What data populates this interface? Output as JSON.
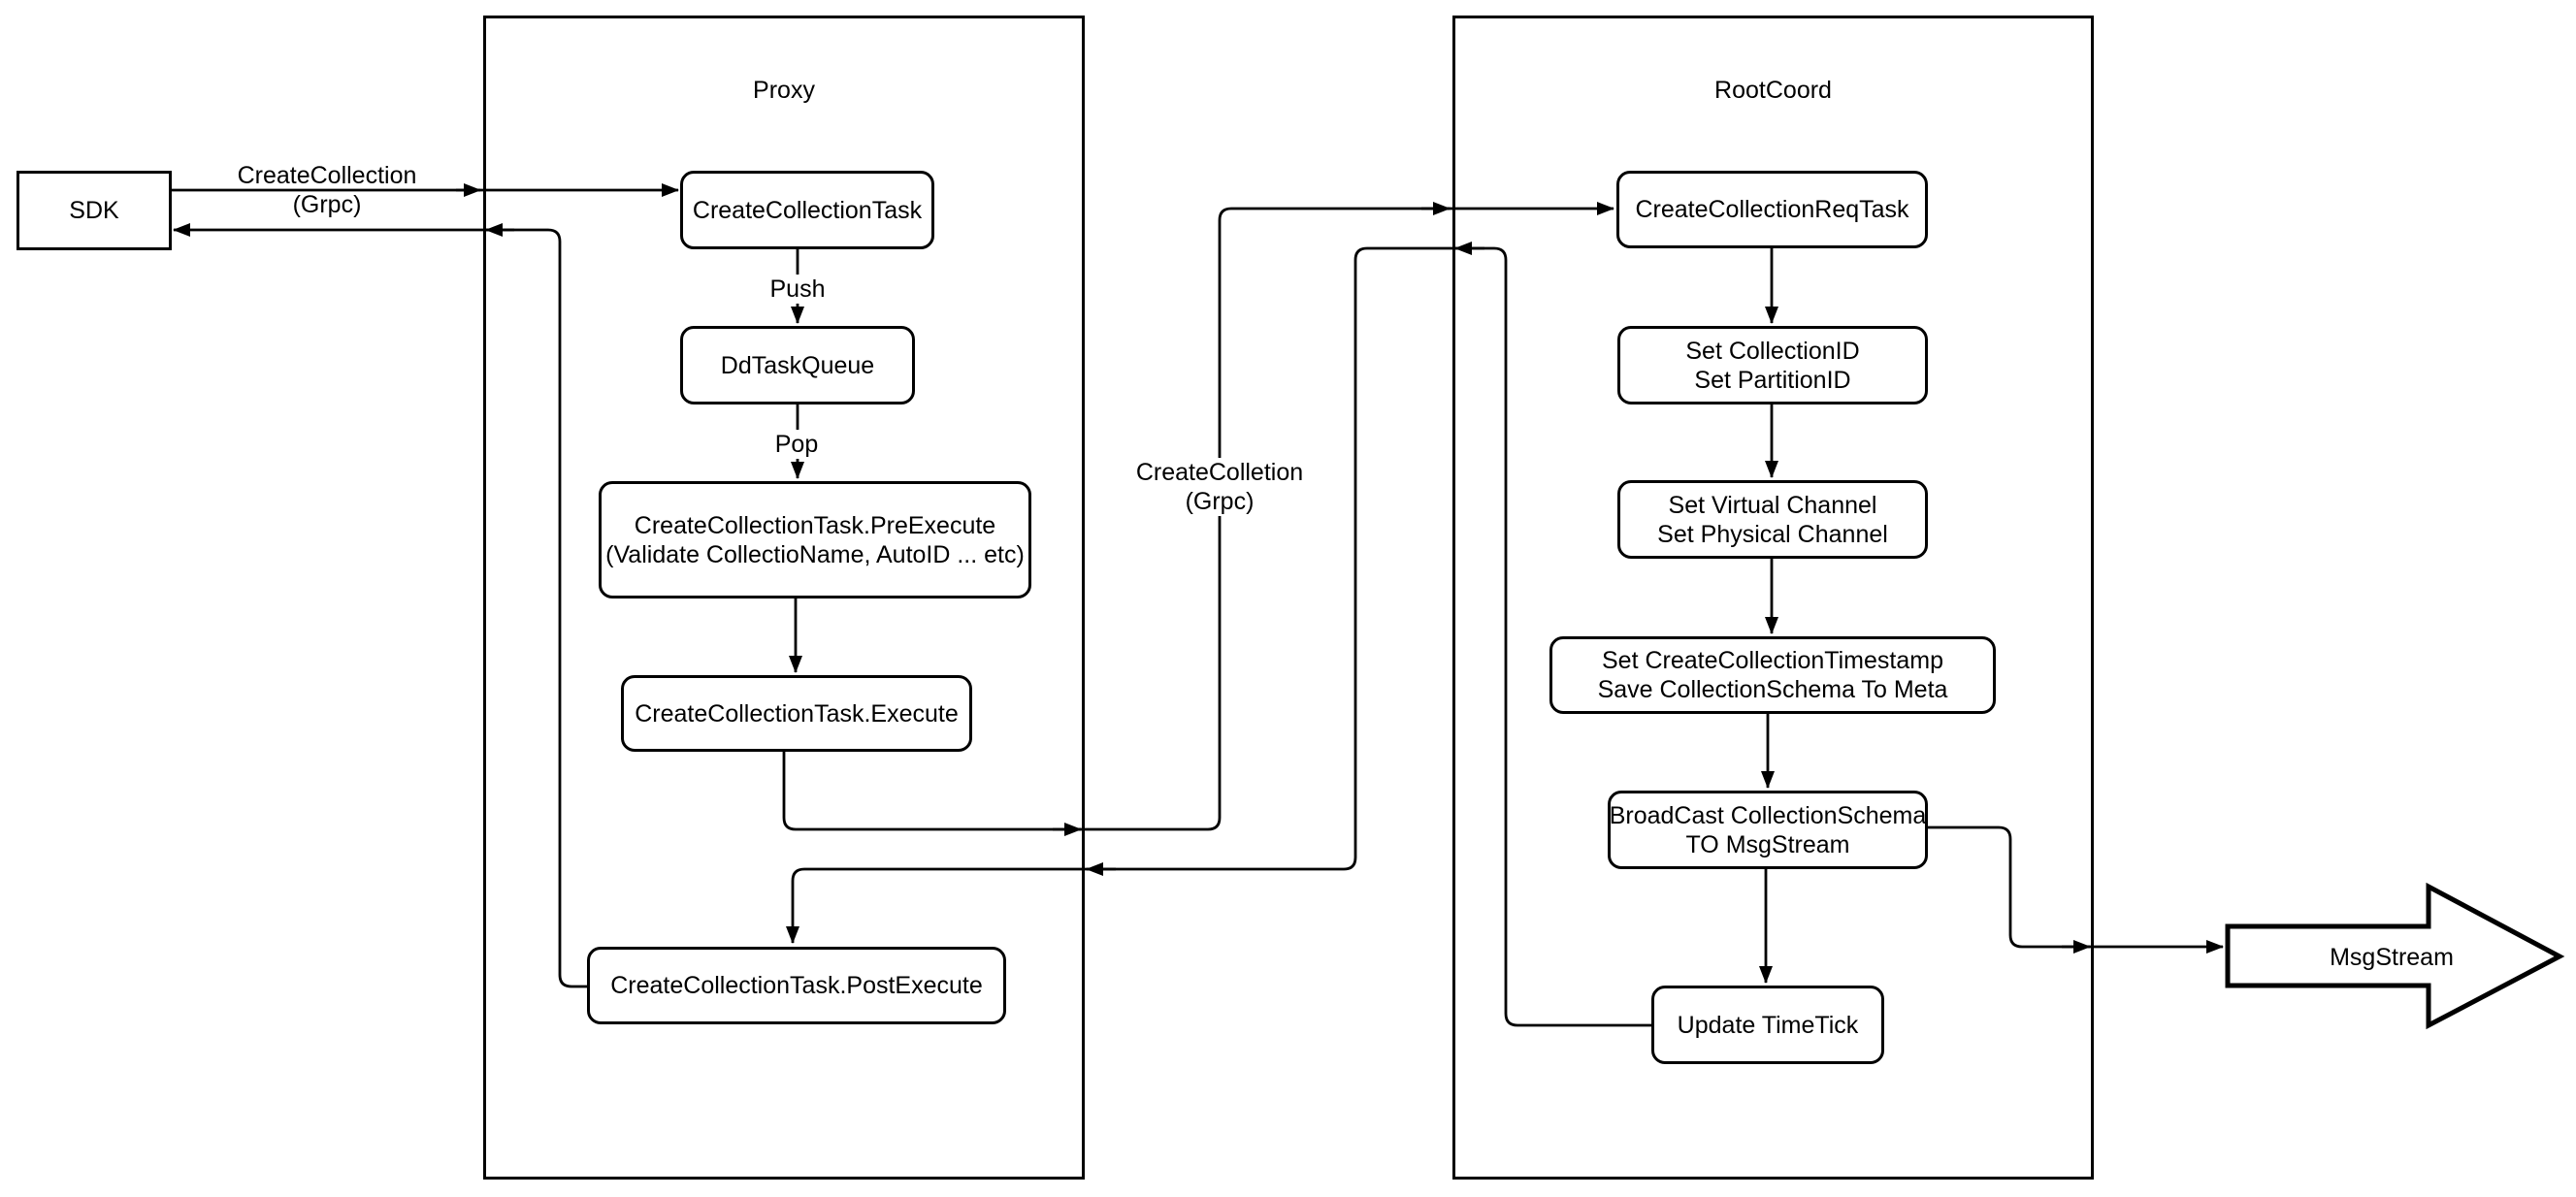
{
  "colors": {
    "line": "#000000",
    "background": "#ffffff"
  },
  "sdk": {
    "label": "SDK"
  },
  "edges": {
    "sdk_call": {
      "line1": "CreateCollection",
      "line2": "(Grpc)"
    },
    "push": "Push",
    "pop": "Pop",
    "grpc_call": {
      "line1": "CreateColletion",
      "line2": "(Grpc)"
    }
  },
  "proxy": {
    "title": "Proxy",
    "nodes": {
      "create_collection_task": "CreateCollectionTask",
      "dd_task_queue": "DdTaskQueue",
      "pre_execute": {
        "line1": "CreateCollectionTask.PreExecute",
        "line2": "(Validate CollectioName, AutoID ... etc)"
      },
      "execute": "CreateCollectionTask.Execute",
      "post_execute": "CreateCollectionTask.PostExecute"
    }
  },
  "rootcoord": {
    "title": "RootCoord",
    "nodes": {
      "req_task": "CreateCollectionReqTask",
      "set_ids": {
        "line1": "Set CollectionID",
        "line2": "Set PartitionID"
      },
      "set_channels": {
        "line1": "Set Virtual Channel",
        "line2": "Set Physical Channel"
      },
      "set_timestamp": {
        "line1": "Set CreateCollectionTimestamp",
        "line2": "Save CollectionSchema To Meta"
      },
      "broadcast": {
        "line1": "BroadCast CollectionSchema",
        "line2": "TO MsgStream"
      },
      "update_timetick": "Update TimeTick"
    }
  },
  "msgstream": {
    "label": "MsgStream"
  }
}
